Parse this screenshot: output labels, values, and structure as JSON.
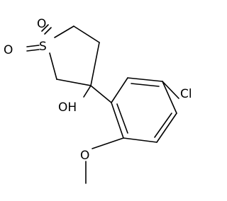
{
  "structure": {
    "atoms": {
      "sulfur": "S",
      "sulfonyl_oxygen_top": "O",
      "sulfonyl_oxygen_left": "O",
      "hydroxyl": "OH",
      "chlorine": "Cl",
      "methoxy_oxygen": "O"
    }
  }
}
